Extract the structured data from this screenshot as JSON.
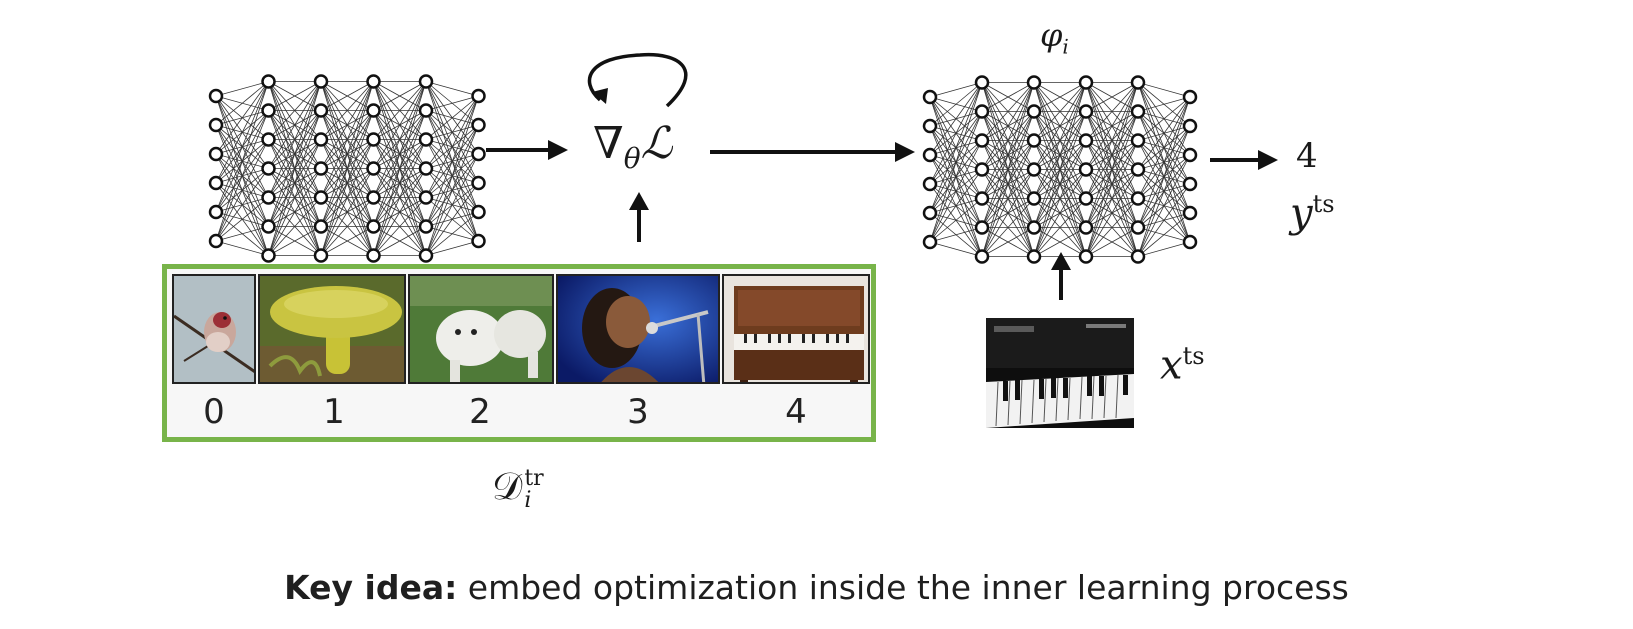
{
  "labels": {
    "phi": "φ",
    "phi_sub": "i",
    "grad_nabla": "∇",
    "grad_theta": "θ",
    "grad_L": "ℒ",
    "output_value": "4",
    "y_symbol": "y",
    "y_sup": "ts",
    "x_symbol": "x",
    "x_sup": "ts",
    "d_symbol": "𝒟",
    "d_sub": "i",
    "d_sup": "tr"
  },
  "training_set": [
    {
      "label": "0",
      "icon": "bird-photo"
    },
    {
      "label": "1",
      "icon": "mushroom-photo"
    },
    {
      "label": "2",
      "icon": "dog-photo"
    },
    {
      "label": "3",
      "icon": "singer-photo"
    },
    {
      "label": "4",
      "icon": "piano-photo"
    }
  ],
  "test_image": {
    "icon": "grand-piano-photo"
  },
  "caption": {
    "key": "Key idea:",
    "text": " embed optimization inside the inner learning process"
  },
  "colors": {
    "support_set_border": "#78b44a",
    "support_set_fill": "#f7f7f7",
    "node_stroke": "#111111"
  }
}
